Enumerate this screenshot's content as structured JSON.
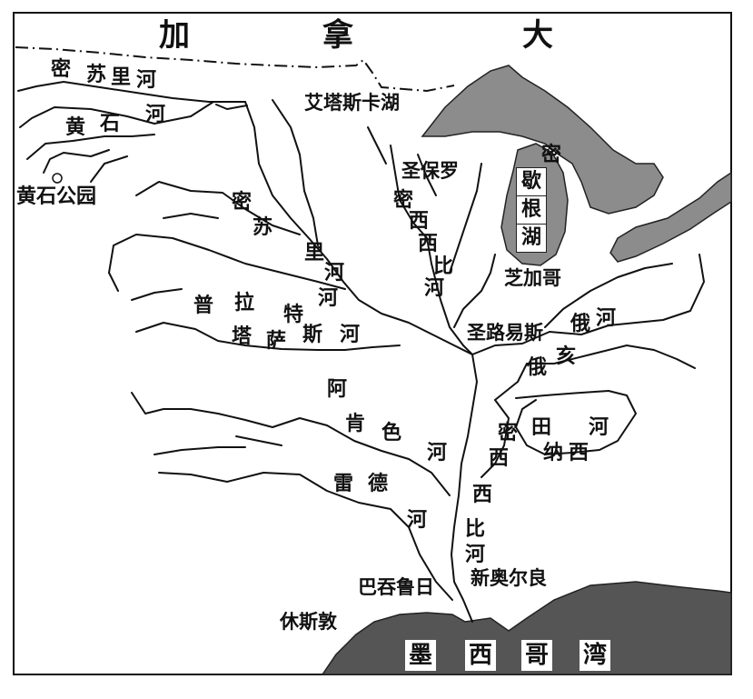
{
  "country": {
    "chars": [
      "加",
      "拿",
      "大"
    ]
  },
  "lakes": {
    "athabasca": "艾塔斯卡湖",
    "michigan": [
      "密",
      "歇",
      "根",
      "湖"
    ]
  },
  "gulf": {
    "chars": [
      "墨",
      "西",
      "哥",
      "湾"
    ]
  },
  "cities": {
    "st_paul": "圣保罗",
    "chicago": "芝加哥",
    "st_louis": "圣路易斯",
    "new_orleans": "新奥尔良",
    "baton_rouge": "巴吞鲁日",
    "houston": "休斯敦"
  },
  "park": "黄石公园",
  "rivers": {
    "missouri_north": [
      "密",
      "苏",
      "里",
      "河"
    ],
    "yellowstone": [
      "黄",
      "石",
      "河"
    ],
    "missouri_main": [
      "密",
      "苏",
      "里",
      "河"
    ],
    "mississippi_upper": [
      "密",
      "西",
      "西",
      "比",
      "河"
    ],
    "platte": [
      "普",
      "拉",
      "特",
      "河"
    ],
    "kansas": [
      "塔",
      "萨",
      "斯",
      "河"
    ],
    "ohio": [
      "俄",
      "河"
    ],
    "ohio_sub": [
      "俄",
      "亥"
    ],
    "arkansas": [
      "阿",
      "肯",
      "色",
      "河"
    ],
    "tennessee": [
      "田",
      "纳",
      "西",
      "河"
    ],
    "red": [
      "雷",
      "德",
      "河"
    ],
    "mississippi_lower": [
      "密",
      "西",
      "西",
      "比",
      "河"
    ]
  }
}
